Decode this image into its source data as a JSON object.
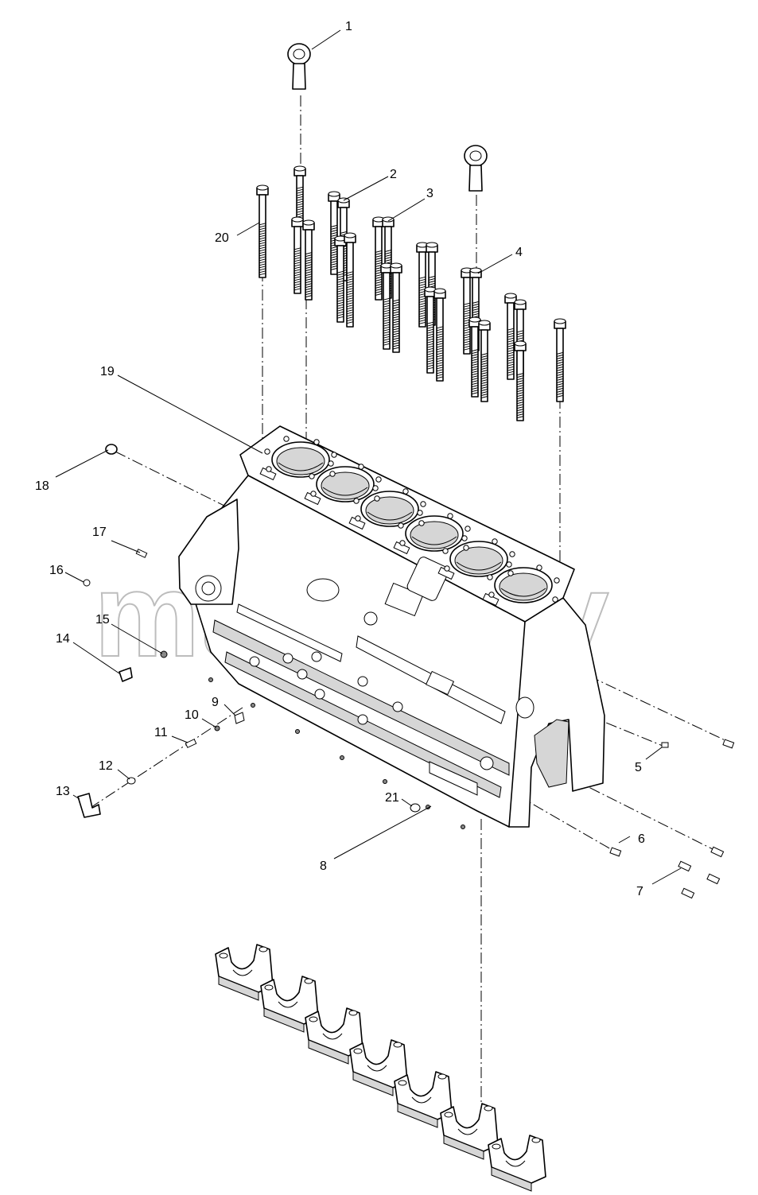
{
  "diagram": {
    "watermark": "mazik.by",
    "callouts": [
      "1",
      "2",
      "3",
      "4",
      "5",
      "6",
      "7",
      "8",
      "9",
      "10",
      "11",
      "12",
      "13",
      "14",
      "15",
      "16",
      "17",
      "18",
      "19",
      "20",
      "21"
    ]
  },
  "icons": {
    "lifting-eye": "lifting-eye-icon",
    "bolt": "bolt-icon",
    "stud": "stud-icon",
    "plug": "plug-icon",
    "elbow-fitting": "elbow-fitting-icon",
    "main-bearing-cap": "main-bearing-cap-icon"
  }
}
